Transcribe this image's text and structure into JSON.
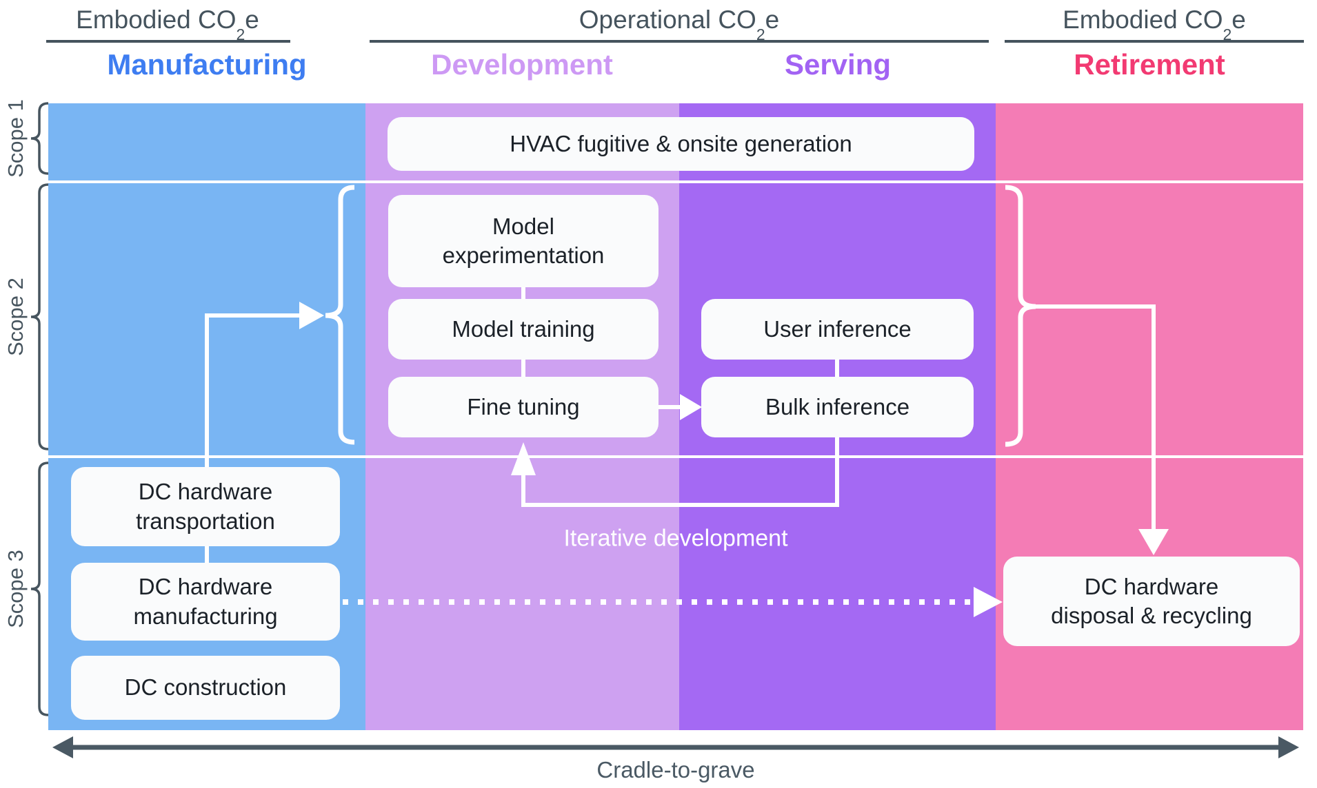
{
  "colors": {
    "manufacturing_column": "#79B5F3",
    "development_column": "#CEA1F1",
    "serving_column": "#A469F3",
    "retirement_column": "#F47CB5",
    "manufacturing_title": "#3E7DF1",
    "development_title": "#CD99F4",
    "serving_title": "#A263F3",
    "retirement_title": "#F23A72",
    "header_text": "#45535D",
    "box_text": "#1B2128",
    "connector": "#FFFFFF",
    "scope_text": "#47555F",
    "bottom_arrow": "#4A5964",
    "box_fill": "#FAFBFC"
  },
  "headers": {
    "left": {
      "pre": "Embodied CO",
      "sub": "2",
      "post": "e"
    },
    "center": {
      "pre": "Operational CO",
      "sub": "2",
      "post": "e"
    },
    "right": {
      "pre": "Embodied CO",
      "sub": "2",
      "post": "e"
    }
  },
  "phases": {
    "manufacturing": "Manufacturing",
    "development": "Development",
    "serving": "Serving",
    "retirement": "Retirement"
  },
  "scopes": {
    "s1": "Scope 1",
    "s2": "Scope 2",
    "s3": "Scope 3"
  },
  "boxes": {
    "hvac": {
      "lines": [
        "HVAC fugitive & onsite generation"
      ]
    },
    "model_experimentation": {
      "lines": [
        "Model",
        "experimentation"
      ]
    },
    "model_training": {
      "lines": [
        "Model training"
      ]
    },
    "fine_tuning": {
      "lines": [
        "Fine tuning"
      ]
    },
    "user_inference": {
      "lines": [
        "User inference"
      ]
    },
    "bulk_inference": {
      "lines": [
        "Bulk inference"
      ]
    },
    "dc_transportation": {
      "lines": [
        "DC hardware",
        "transportation"
      ]
    },
    "dc_manufacturing": {
      "lines": [
        "DC hardware",
        "manufacturing"
      ]
    },
    "dc_construction": {
      "lines": [
        "DC construction"
      ]
    },
    "dc_disposal": {
      "lines": [
        "DC hardware",
        "disposal & recycling"
      ]
    }
  },
  "annotations": {
    "iterative_development": "Iterative development",
    "cradle_to_grave": "Cradle-to-grave"
  }
}
